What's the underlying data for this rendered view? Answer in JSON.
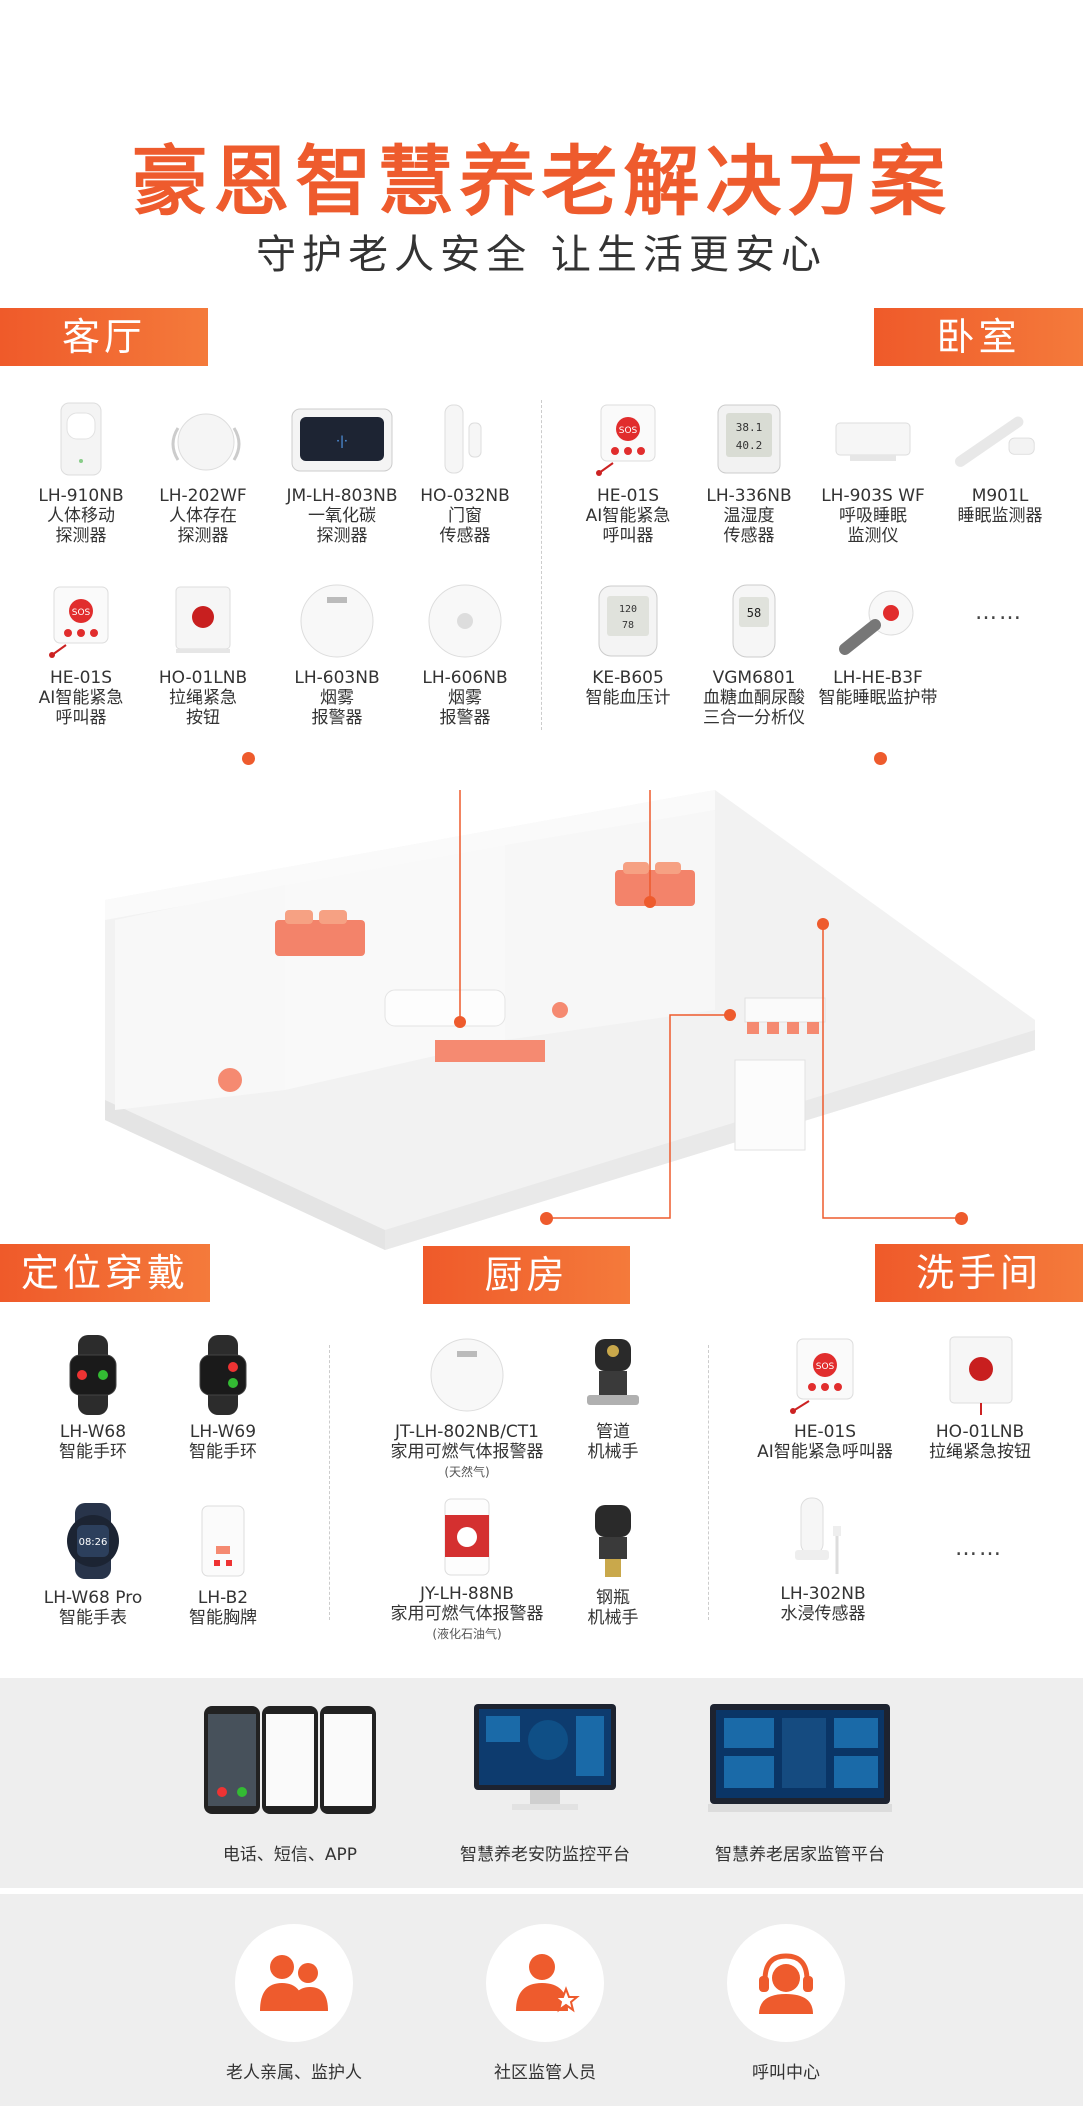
{
  "header": {
    "title": "豪恩智慧养老解决方案",
    "subtitle": "守护老人安全 让生活更安心"
  },
  "sections": {
    "living": "客厅",
    "bedroom": "卧室",
    "wearable": "定位穿戴",
    "kitchen": "厨房",
    "bathroom": "洗手间"
  },
  "living_devices": [
    {
      "model": "LH-910NB",
      "name": "人体移动",
      "name2": "探测器",
      "icon": "motion-sensor-icon"
    },
    {
      "model": "LH-202WF",
      "name": "人体存在",
      "name2": "探测器",
      "icon": "presence-sensor-icon"
    },
    {
      "model": "JM-LH-803NB",
      "name": "一氧化碳",
      "name2": "探测器",
      "icon": "co-detector-icon"
    },
    {
      "model": "HO-032NB",
      "name": "门窗",
      "name2": "传感器",
      "icon": "door-sensor-icon"
    },
    {
      "model": "HE-01S",
      "name": "AI智能紧急",
      "name2": "呼叫器",
      "icon": "sos-caller-icon"
    },
    {
      "model": "HO-01LNB",
      "name": "拉绳紧急",
      "name2": "按钮",
      "icon": "pull-cord-button-icon"
    },
    {
      "model": "LH-603NB",
      "name": "烟雾",
      "name2": "报警器",
      "icon": "smoke-alarm-icon"
    },
    {
      "model": "LH-606NB",
      "name": "烟雾",
      "name2": "报警器",
      "icon": "smoke-alarm-icon"
    }
  ],
  "bedroom_devices": [
    {
      "model": "HE-01S",
      "name": "AI智能紧急",
      "name2": "呼叫器",
      "icon": "sos-caller-icon"
    },
    {
      "model": "LH-336NB",
      "name": "温湿度",
      "name2": "传感器",
      "icon": "thermo-hygrometer-icon"
    },
    {
      "model": "LH-903S WF",
      "name": "呼吸睡眠",
      "name2": "监测仪",
      "icon": "sleep-monitor-icon"
    },
    {
      "model": "M901L",
      "name": "睡眠监测器",
      "name2": "",
      "icon": "sleep-pad-icon"
    },
    {
      "model": "KE-B605",
      "name": "智能血压计",
      "name2": "",
      "icon": "blood-pressure-monitor-icon"
    },
    {
      "model": "VGM6801",
      "name": "血糖血酮尿酸",
      "name2": "三合一分析仪",
      "icon": "glucose-meter-icon"
    },
    {
      "model": "LH-HE-B3F",
      "name": "智能睡眠监护带",
      "name2": "",
      "icon": "sleep-belt-icon"
    }
  ],
  "bedroom_more": "……",
  "wearable_devices": [
    {
      "model": "LH-W68",
      "name": "智能手环",
      "icon": "smart-band-icon"
    },
    {
      "model": "LH-W69",
      "name": "智能手环",
      "icon": "smart-band-icon"
    },
    {
      "model": "LH-W68 Pro",
      "name": "智能手表",
      "icon": "smart-watch-icon"
    },
    {
      "model": "LH-B2",
      "name": "智能胸牌",
      "icon": "smart-badge-icon"
    }
  ],
  "kitchen_devices": [
    {
      "model": "JT-LH-802NB/CT1",
      "name": "家用可燃气体报警器",
      "note": "(天然气)",
      "icon": "gas-alarm-icon"
    },
    {
      "model": "管道",
      "name": "机械手",
      "note": "",
      "icon": "valve-manipulator-icon"
    },
    {
      "model": "JY-LH-88NB",
      "name": "家用可燃气体报警器",
      "note": "(液化石油气)",
      "icon": "lpg-alarm-icon"
    },
    {
      "model": "钢瓶",
      "name": "机械手",
      "note": "",
      "icon": "valve-manipulator-icon"
    }
  ],
  "bathroom_devices": [
    {
      "model": "HE-01S",
      "name": "AI智能紧急呼叫器",
      "icon": "sos-caller-icon"
    },
    {
      "model": "HO-01LNB",
      "name": "拉绳紧急按钮",
      "icon": "pull-cord-button-icon"
    },
    {
      "model": "LH-302NB",
      "name": "水浸传感器",
      "icon": "water-leak-sensor-icon"
    }
  ],
  "bathroom_more": "……",
  "platforms": [
    {
      "label": "电话、短信、APP",
      "icon": "phones-icon"
    },
    {
      "label": "智慧养老安防监控平台",
      "icon": "monitor-icon"
    },
    {
      "label": "智慧养老居家监管平台",
      "icon": "monitor-icon"
    }
  ],
  "roles": [
    {
      "label": "老人亲属、监护人",
      "icon": "family-icon"
    },
    {
      "label": "社区监管人员",
      "icon": "supervisor-icon"
    },
    {
      "label": "呼叫中心",
      "icon": "call-center-icon"
    }
  ],
  "colors": {
    "accent": "#ee5b2d",
    "gray": "#eeeeee"
  }
}
